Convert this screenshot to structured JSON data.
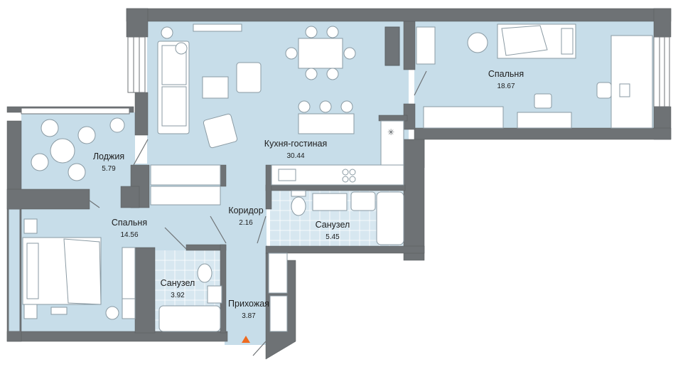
{
  "plan": {
    "colors": {
      "floor": "#c7dde9",
      "wall": "#6e7275",
      "wall_edge": "#55595c",
      "bath_tile": "#d7e7f0",
      "entrance_marker": "#ee6a1f"
    },
    "rooms": [
      {
        "id": "kitchen-living",
        "label": "Кухня-гостиная",
        "area": "30.44"
      },
      {
        "id": "bedroom-right",
        "label": "Спальня",
        "area": "18.67"
      },
      {
        "id": "loggia",
        "label": "Лоджия",
        "area": "5.79"
      },
      {
        "id": "bedroom-left",
        "label": "Спальня",
        "area": "14.56"
      },
      {
        "id": "corridor",
        "label": "Коридор",
        "area": "2.16"
      },
      {
        "id": "bathroom-right",
        "label": "Санузел",
        "area": "5.45"
      },
      {
        "id": "bathroom-left",
        "label": "Санузел",
        "area": "3.92"
      },
      {
        "id": "hallway",
        "label": "Прихожая",
        "area": "3.87"
      }
    ],
    "icons": {
      "entrance": "entrance-arrow-icon",
      "hood": "asterisk-icon"
    }
  }
}
